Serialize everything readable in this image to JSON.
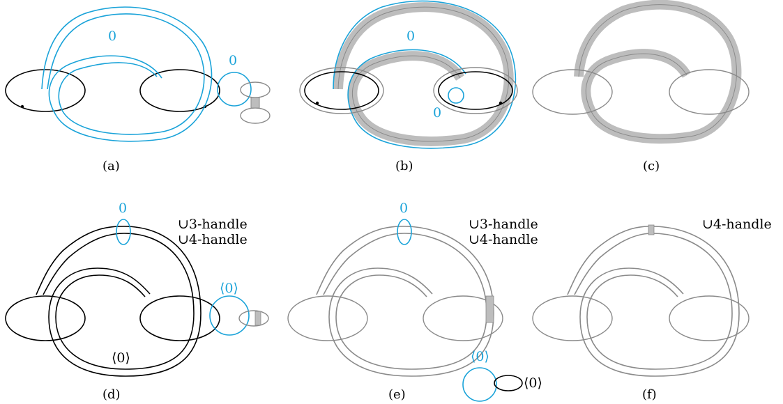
{
  "colors": {
    "blue": "#1aa3d9",
    "black": "#000000",
    "gray": "#8a8a8a",
    "band_fill": "#bdbdbd"
  },
  "panels": {
    "a": {
      "caption": "(a)",
      "framing_label_main": "0",
      "framing_label_small": "0"
    },
    "b": {
      "caption": "(b)",
      "framing_label_main": "0",
      "framing_label_small": "0"
    },
    "c": {
      "caption": "(c)"
    },
    "d": {
      "caption": "(d)",
      "framing_label_top": "0",
      "framing_label_right": "⟨0⟩",
      "framing_label_bottom": "⟨0⟩",
      "handles_line1": "∪3-handle",
      "handles_line2": "∪4-handle"
    },
    "e": {
      "caption": "(e)",
      "framing_label_top": "0",
      "framing_label_blue": "⟨0⟩",
      "framing_label_black": "⟨0⟩",
      "handles_line1": "∪3-handle",
      "handles_line2": "∪4-handle"
    },
    "f": {
      "caption": "(f)",
      "handles_line1": "∪4-handle"
    }
  }
}
